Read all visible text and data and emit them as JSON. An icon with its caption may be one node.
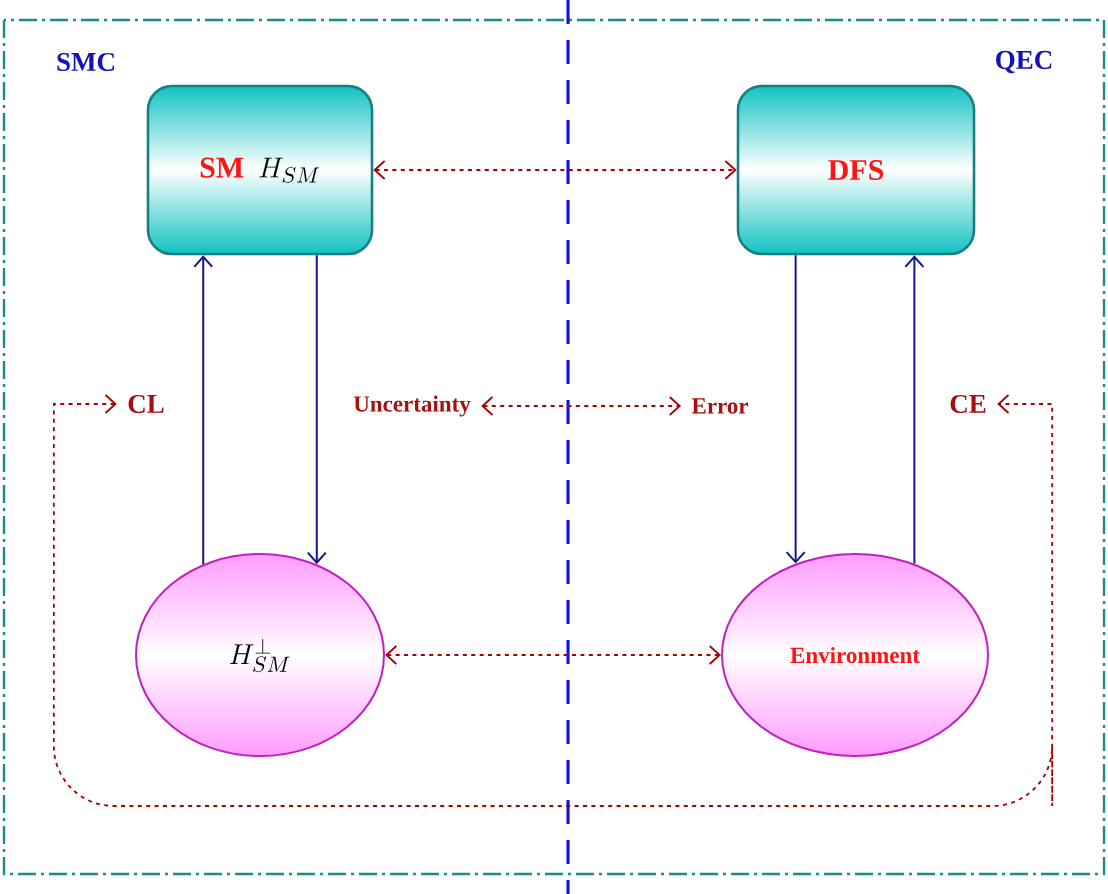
{
  "diagram": {
    "nodes": [
      {
        "text": [
          "SM",
          "H_{SM}"
        ]
      },
      {
        "text": [
          "DFS"
        ]
      },
      {
        "text": [
          "CL"
        ]
      },
      {
        "text": [
          "Uncertainty"
        ]
      },
      {
        "text": [
          "Error"
        ]
      },
      {
        "text": [
          "CE"
        ]
      },
      {
        "text": [
          "H_{SM}^{\\perp}"
        ]
      },
      {
        "text": [
          "Environment"
        ]
      }
    ],
    "edges": [
      {
        "from": 6,
        "to": 0,
        "arrow": "to"
      },
      {
        "from": 0,
        "to": 6,
        "arrow": "to"
      },
      {
        "from": 1,
        "to": 7,
        "arrow": "to"
      },
      {
        "from": 7,
        "to": 1,
        "arrow": "to"
      },
      {
        "from": 0,
        "to": 1,
        "arrow": "both",
        "style": "dashed",
        "color": "#a80000"
      },
      {
        "from": 3,
        "to": 4,
        "arrow": "both",
        "style": "dashed",
        "color": "#a80000"
      },
      {
        "from": 6,
        "to": 7,
        "arrow": "both",
        "style": "dashed",
        "color": "#a80000"
      },
      {
        "from": 2,
        "to": 5,
        "arrow": "both",
        "style": "dashed",
        "color": "#a80000"
      }
    ],
    "labels": [
      "SMC",
      "QEC"
    ]
  }
}
